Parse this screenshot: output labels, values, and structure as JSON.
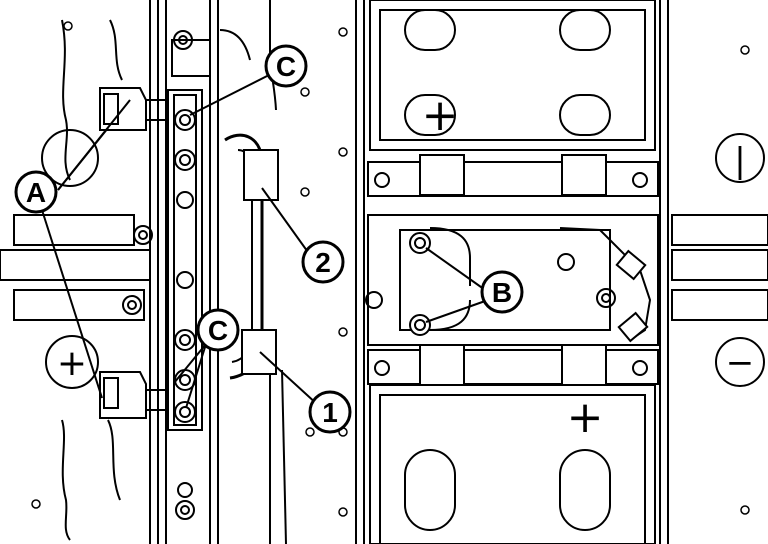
{
  "callouts": {
    "A": "A",
    "B": "B",
    "C": "C",
    "one": "1",
    "two": "2"
  },
  "terminal_symbols": {
    "plus": "+",
    "minus": "−",
    "vertical_bar": "|"
  },
  "colors": {
    "line": "#000000",
    "background": "#ffffff",
    "fill_gray": "#f2f2f2"
  }
}
